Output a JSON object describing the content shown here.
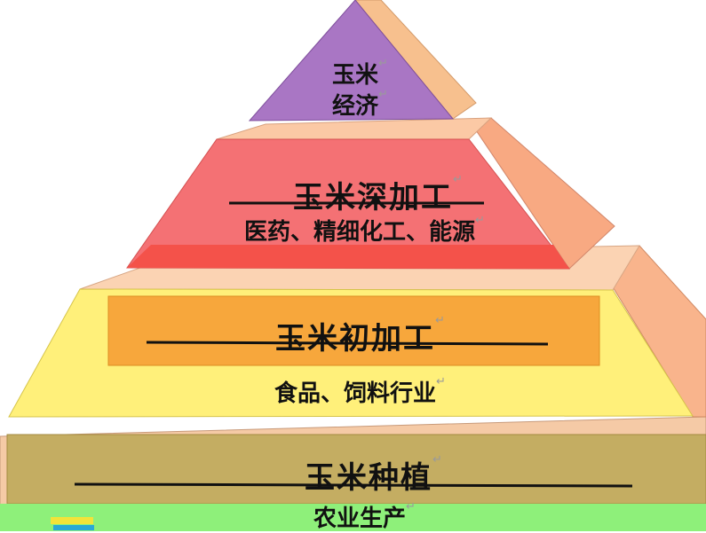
{
  "diagram": {
    "type": "pyramid",
    "levels": [
      {
        "id": "top",
        "lines": [
          "玉米",
          "经济"
        ]
      },
      {
        "id": "deep",
        "title": "玉米深加工",
        "subtitle": "医药、精细化工、能源"
      },
      {
        "id": "primary",
        "title": "玉米初加工",
        "subtitle": "食品、饲料行业"
      },
      {
        "id": "base",
        "title": "玉米种植",
        "subtitle": "农业生产"
      }
    ],
    "paragraph_mark": "↵",
    "colors": {
      "top_front": "#a976c4",
      "top_side": "#f7c08e",
      "deep_front": "#f47174",
      "deep_band": "#f4524a",
      "deep_side": "#f8a982",
      "primary_front": "#fff07a",
      "primary_band": "#f7a73c",
      "primary_side": "#f9b48c",
      "base_front": "#c4ad62",
      "base_band": "#8ef07a",
      "base_side": "#f5caa6"
    }
  }
}
